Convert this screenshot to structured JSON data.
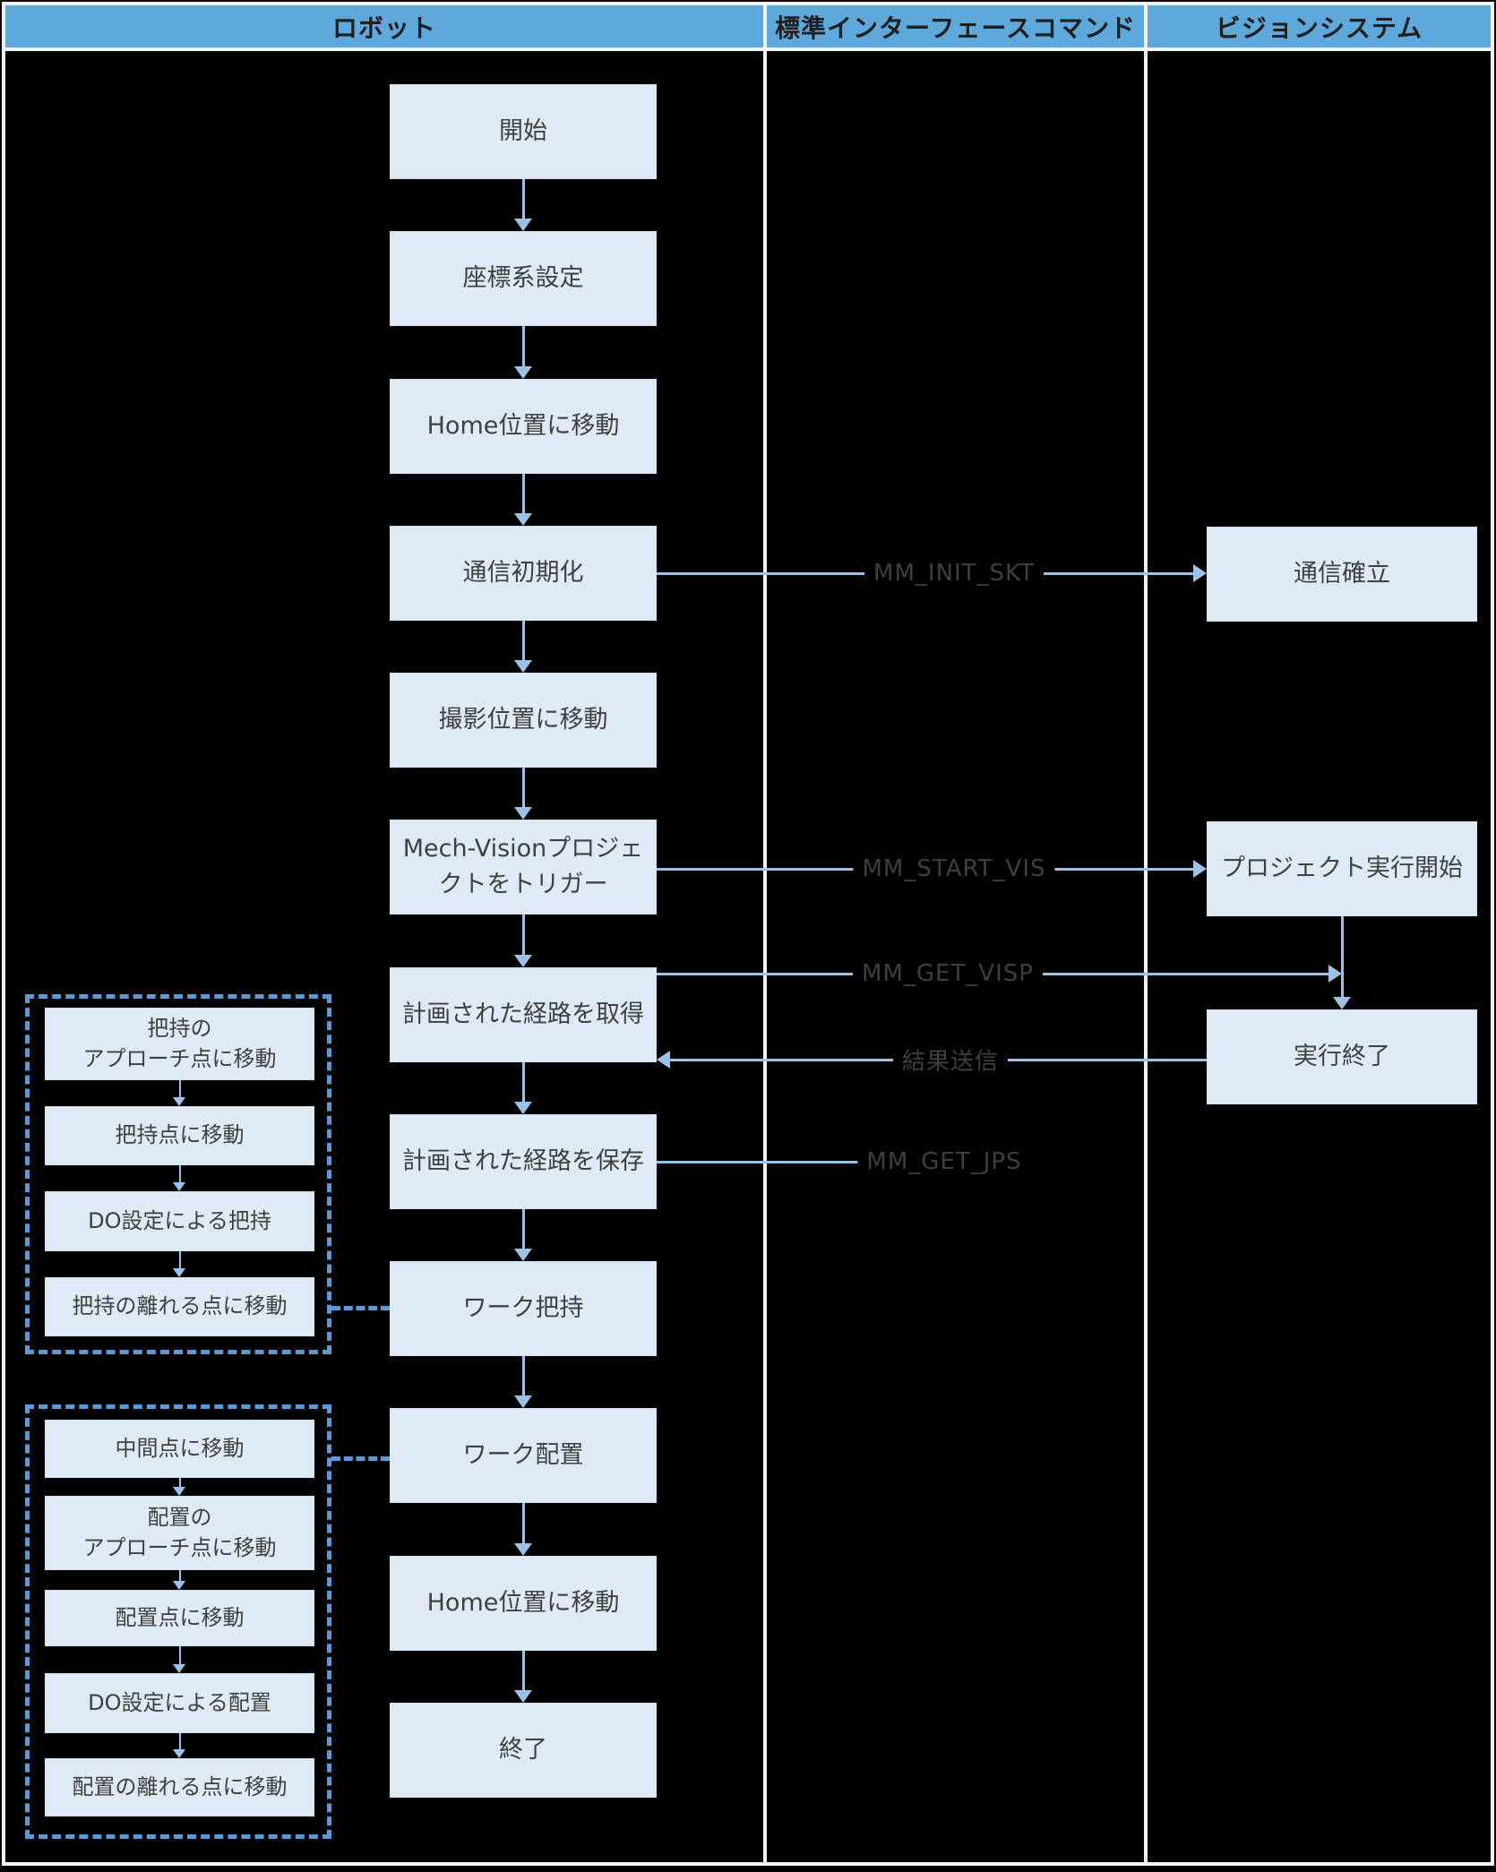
{
  "header": {
    "lanes": [
      "ロボット",
      "標準インターフェースコマンド",
      "ビジョンシステム"
    ]
  },
  "robot_flow": [
    "開始",
    "座標系設定",
    "Home位置に移動",
    "通信初期化",
    "撮影位置に移動",
    "Mech-Visionプロジェ\nクトをトリガー",
    "計画された経路を取得",
    "計画された経路を保存",
    "ワーク把持",
    "ワーク配置",
    "Home位置に移動",
    "終了"
  ],
  "vision_flow": [
    "通信確立",
    "プロジェクト実行開始",
    "実行終了"
  ],
  "commands": [
    "MM_INIT_SKT",
    "MM_START_VIS",
    "MM_GET_VISP",
    "結果送信",
    "MM_GET_JPS"
  ],
  "grasp_subroutine": [
    "把持の\nアプローチ点に移動",
    "把持点に移動",
    "DO設定による把持",
    "把持の離れる点に移動"
  ],
  "place_subroutine": [
    "中間点に移動",
    "配置の\nアプローチ点に移動",
    "配置点に移動",
    "DO設定による配置",
    "配置の離れる点に移動"
  ],
  "colors": {
    "header_fill": "#5fa8dc",
    "box_fill": "#deebf7",
    "arrow": "#9cc3e7",
    "dashed": "#5b9bd5",
    "separator": "#f2f2f2",
    "text": "#3f3f3f",
    "background": "#000000"
  }
}
